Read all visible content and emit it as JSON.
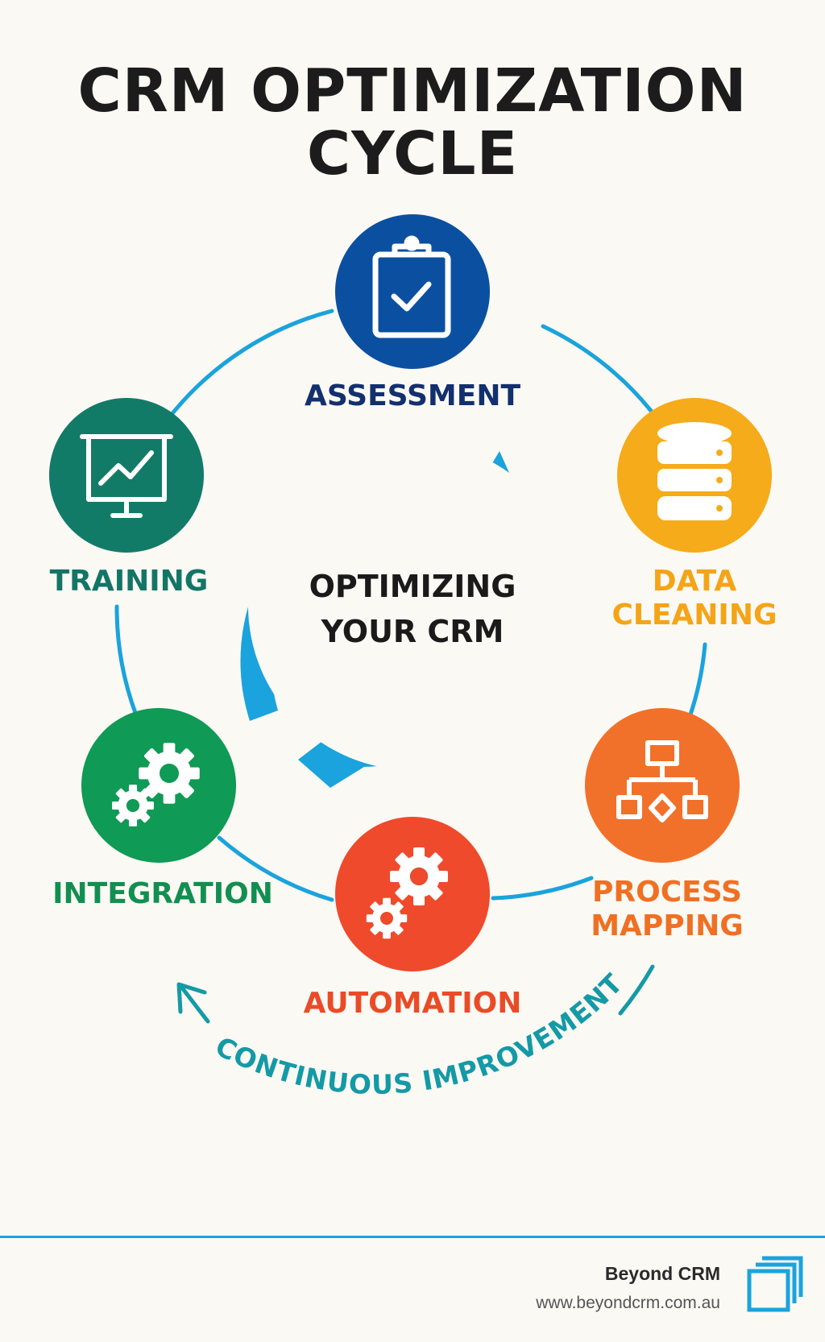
{
  "title": {
    "line1": "CRM OPTIMIZATION",
    "line2": "CYCLE"
  },
  "center": {
    "line1": "OPTIMIZING",
    "line2": "YOUR CRM"
  },
  "steps": [
    {
      "label": "ASSESSMENT",
      "icon": "clipboard-check-icon",
      "color": "#0b50a0",
      "text_color": "#13306e"
    },
    {
      "label_line1": "DATA",
      "label_line2": "CLEANING",
      "icon": "database-icon",
      "color": "#f5ab1a",
      "text_color": "#f5a417"
    },
    {
      "label_line1": "PROCESS",
      "label_line2": "MAPPING",
      "icon": "flowchart-icon",
      "color": "#f2712a",
      "text_color": "#f07023"
    },
    {
      "label": "AUTOMATION",
      "icon": "gears-icon",
      "color": "#ef4a2b",
      "text_color": "#ea4b27"
    },
    {
      "label": "INTEGRATION",
      "icon": "gears-icon",
      "color": "#0f9a55",
      "text_color": "#118f51"
    },
    {
      "label": "TRAINING",
      "icon": "presentation-chart-icon",
      "color": "#127b68",
      "text_color": "#137566"
    }
  ],
  "bottom_arc_label": "CONTINUOUS IMPROVEMENT",
  "colors": {
    "cycle_blue": "#1aa3dd",
    "arc_teal": "#139aa6"
  },
  "footer": {
    "brand": "Beyond CRM",
    "url": "www.beyondcrm.com.au"
  }
}
